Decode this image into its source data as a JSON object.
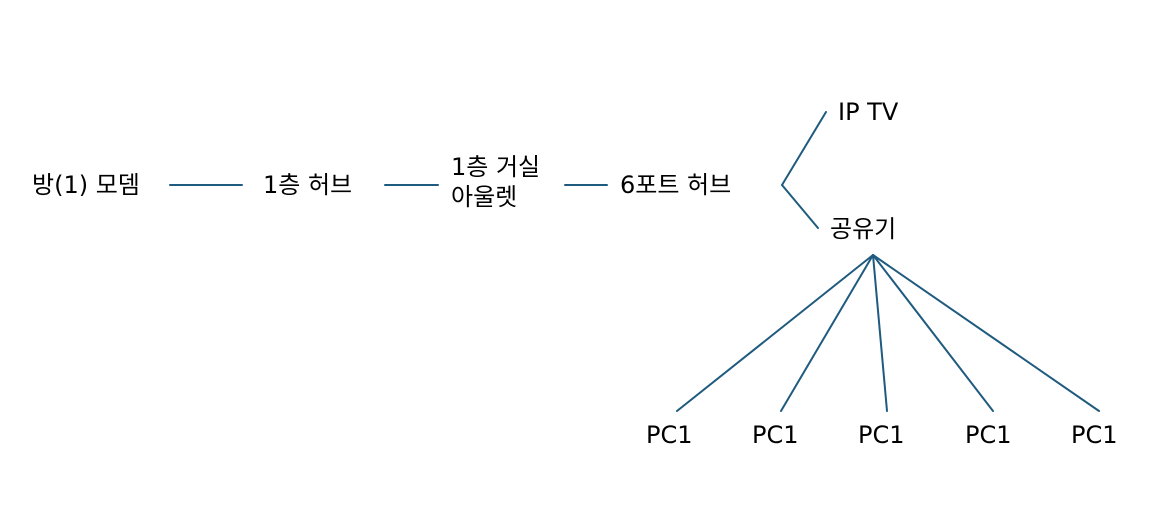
{
  "nodes": {
    "modem": "방(1) 모뎀",
    "hub1": "1층 허브",
    "outlet_line1": "1층 거실",
    "outlet_line2": "아울렛",
    "hub6": "6포트 허브",
    "iptv": "IP TV",
    "router": "공유기",
    "pcs": [
      "PC1",
      "PC1",
      "PC1",
      "PC1",
      "PC1"
    ]
  },
  "colors": {
    "link": "#1f5b7f",
    "text": "#000000",
    "background": "#ffffff"
  }
}
